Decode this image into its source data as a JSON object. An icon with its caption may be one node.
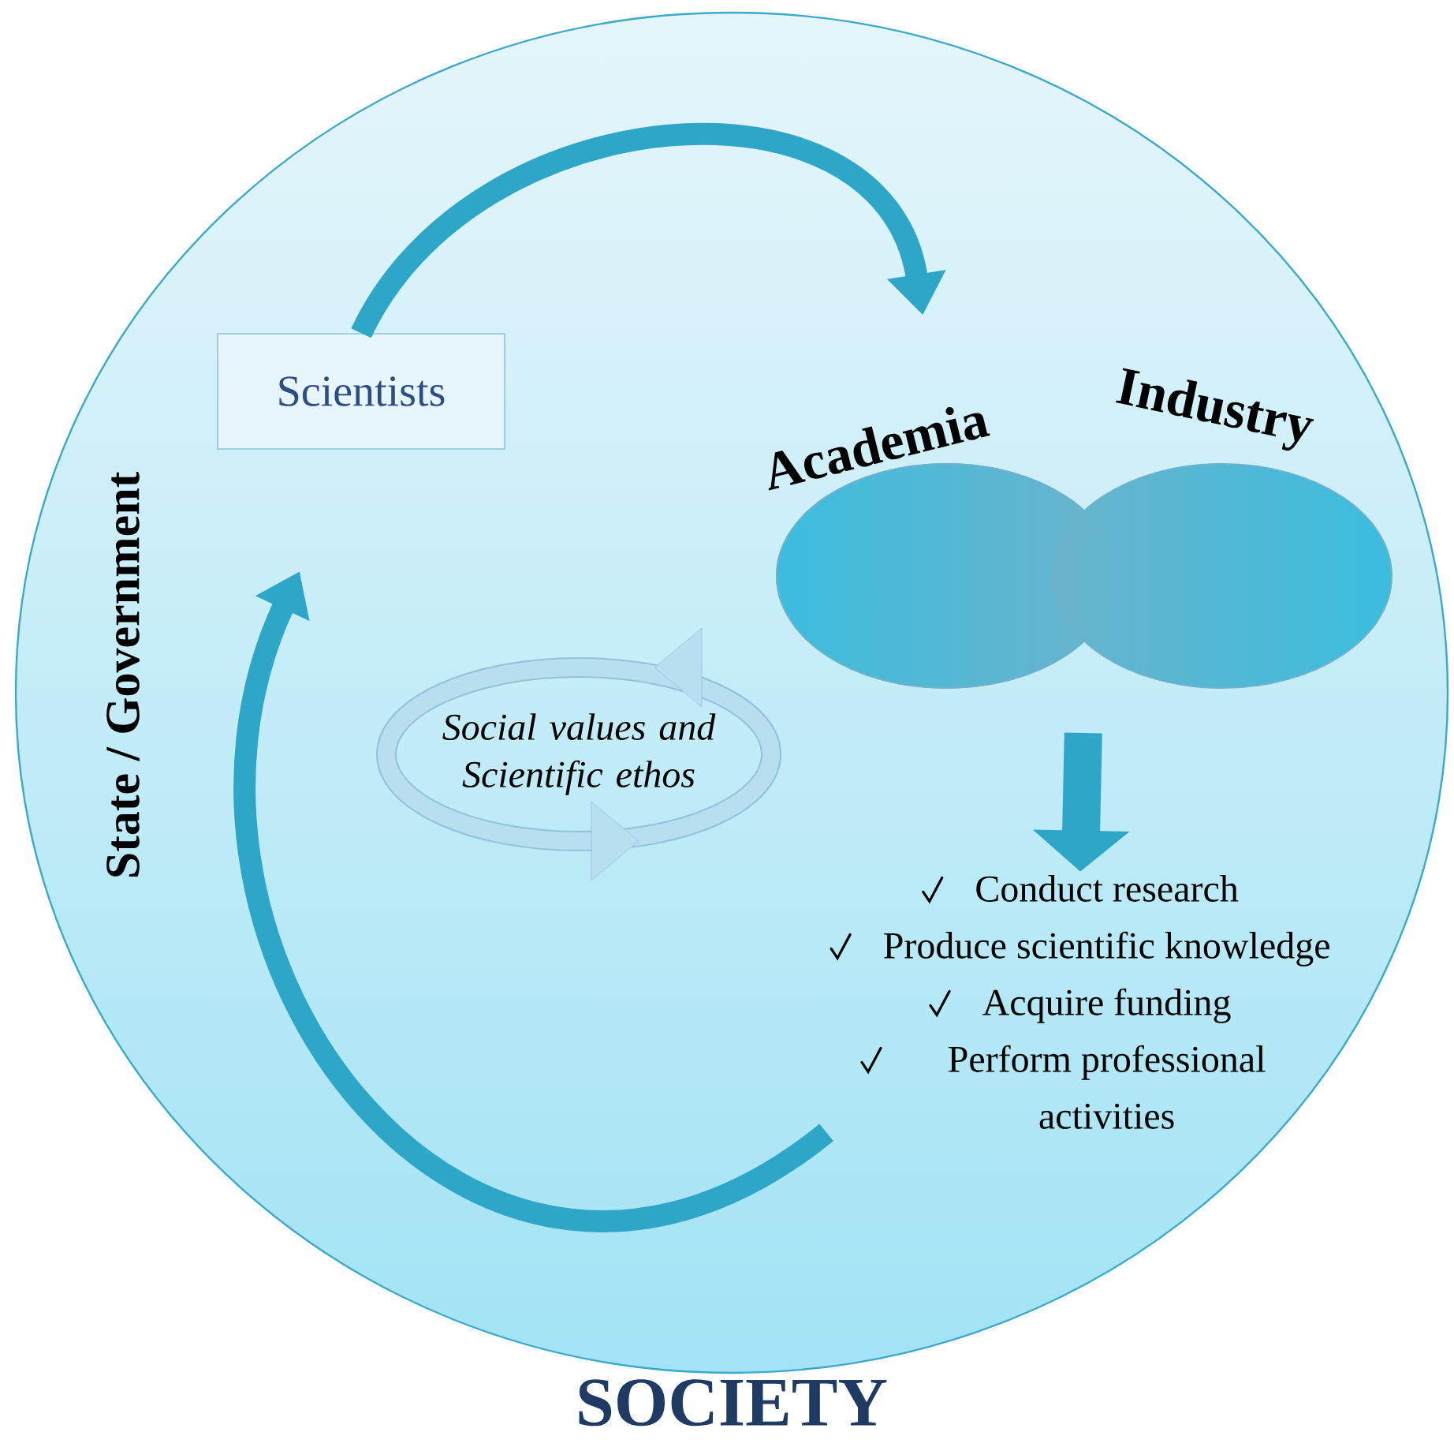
{
  "diagram": {
    "nodes": [
      {
        "text": [
          "SOCIETY"
        ]
      },
      {
        "text": [
          "Scientists"
        ],
        "in": 0
      },
      {
        "text": [
          "Academia"
        ],
        "in": 0
      },
      {
        "text": [
          "Industry"
        ],
        "in": 0
      },
      {
        "text": [
          "Social values and Scientific ethos"
        ],
        "in": 0
      },
      {
        "text": [
          "Conduct research",
          "Produce scientific knowledge",
          "Acquire funding",
          "Perform professional activities"
        ],
        "in": 0
      }
    ],
    "edges": [
      {
        "from": 1,
        "to": 2,
        "arrow": "to"
      },
      {
        "from": 2,
        "to": 5,
        "arrow": "to"
      },
      {
        "from": 3,
        "to": 5,
        "arrow": "to"
      },
      {
        "from": 5,
        "to": null,
        "arrow": "to"
      }
    ],
    "labels": [
      "State / Government"
    ]
  }
}
